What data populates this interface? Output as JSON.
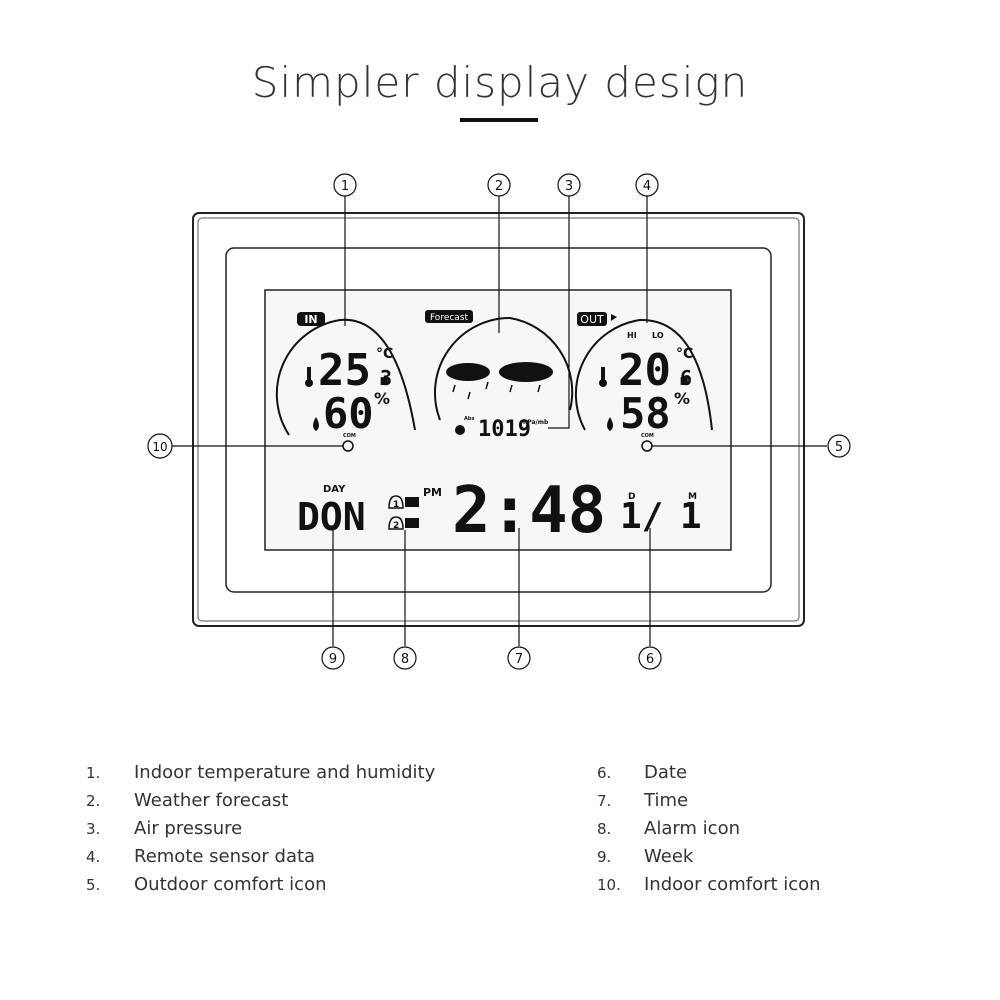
{
  "title": "Simpler display design",
  "callout_numbers": [
    "1",
    "2",
    "3",
    "4",
    "5",
    "6",
    "7",
    "8",
    "9",
    "10"
  ],
  "display": {
    "indoor": {
      "tag": "IN",
      "temperature": "25.",
      "temperature_decimal": "3",
      "temperature_unit": "°C",
      "humidity": "60",
      "humidity_unit": "%",
      "comfort_label": "COM"
    },
    "forecast": {
      "tag": "Forecast",
      "pressure_prefix": "Abs",
      "pressure_value": "1019",
      "pressure_unit": "hPa/mb"
    },
    "outdoor": {
      "tag": "OUT",
      "hi_label": "HI",
      "lo_label": "LO",
      "temperature": "20.",
      "temperature_decimal": "6",
      "temperature_unit": "°C",
      "humidity": "58",
      "humidity_unit": "%",
      "comfort_label": "COM"
    },
    "clock": {
      "day_label": "DAY",
      "weekday": "DON",
      "alarm_1": "1",
      "alarm_2": "2",
      "ampm": "PM",
      "time": "2:48",
      "date_day_label": "D",
      "date_day": "1/",
      "date_month_label": "M",
      "date_month": "1"
    }
  },
  "legend": {
    "left": [
      {
        "num": "1.",
        "label": "Indoor temperature and humidity"
      },
      {
        "num": "2.",
        "label": "Weather forecast"
      },
      {
        "num": "3.",
        "label": "Air pressure"
      },
      {
        "num": "4.",
        "label": "Remote sensor data"
      },
      {
        "num": "5.",
        "label": "Outdoor comfort icon"
      }
    ],
    "right": [
      {
        "num": "6.",
        "label": "Date"
      },
      {
        "num": "7.",
        "label": "Time"
      },
      {
        "num": "8.",
        "label": "Alarm icon"
      },
      {
        "num": "9.",
        "label": "Week"
      },
      {
        "num": "10.",
        "label": "Indoor comfort icon"
      }
    ]
  }
}
